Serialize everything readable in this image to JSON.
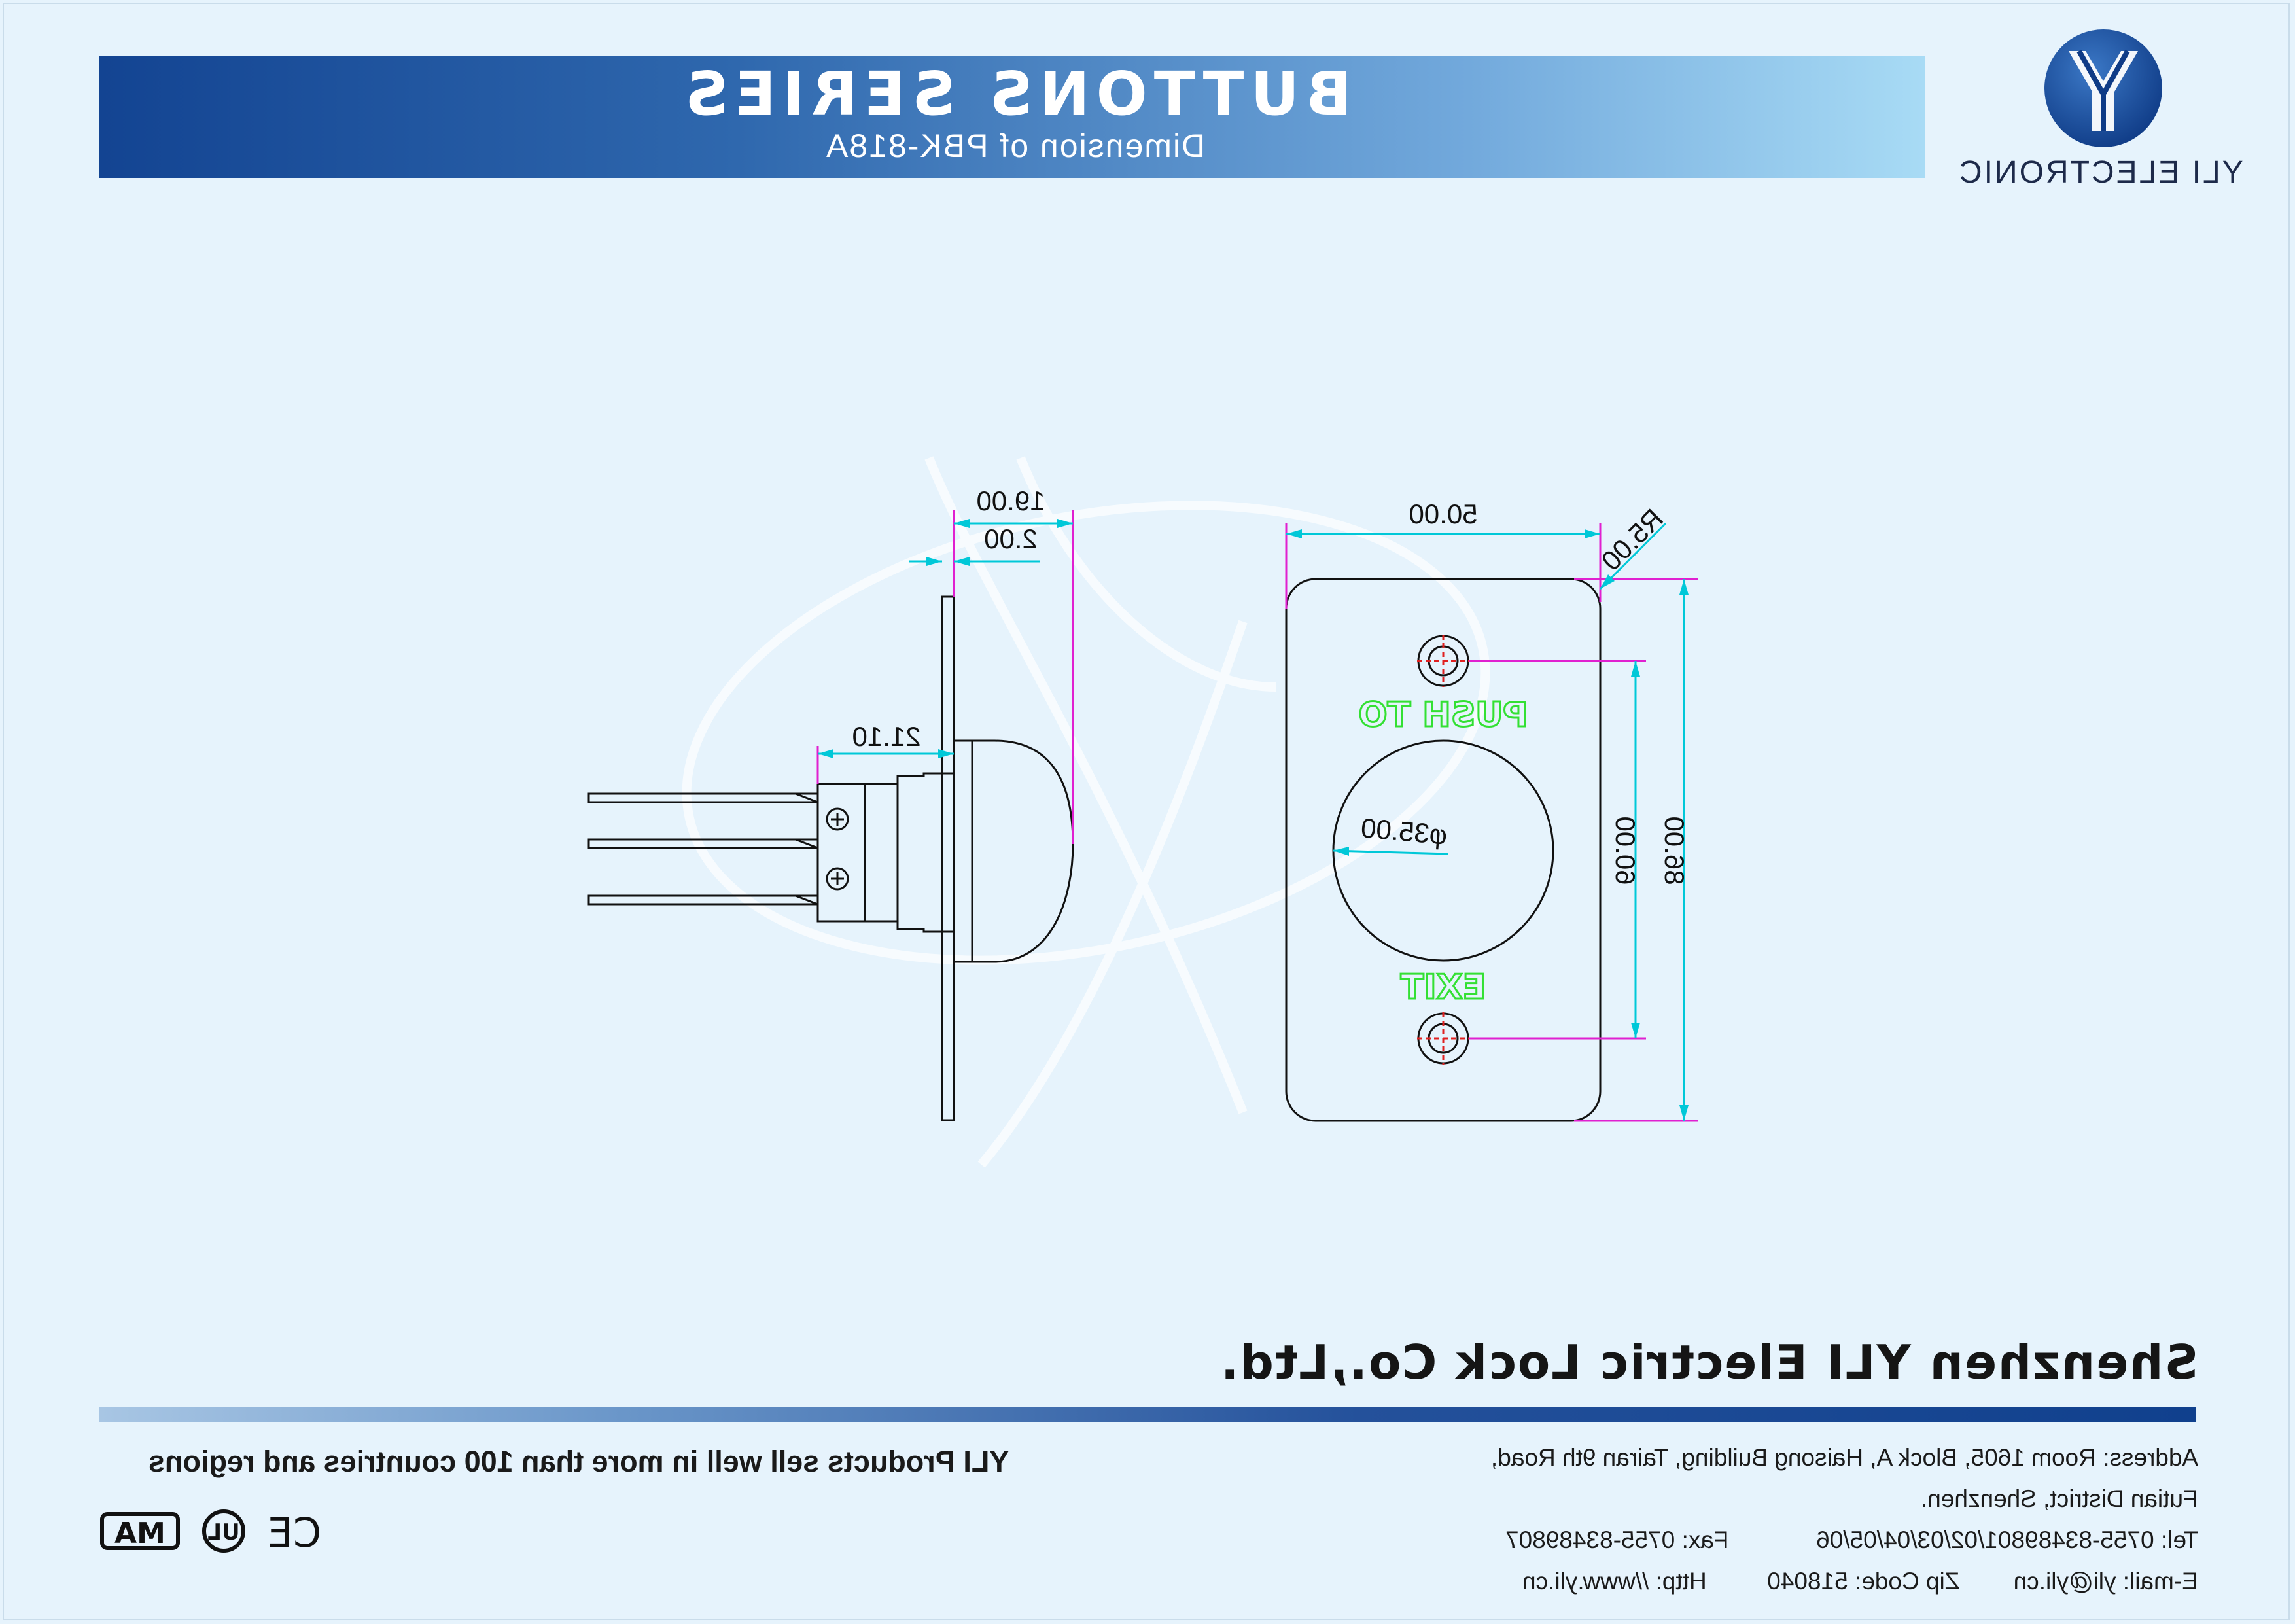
{
  "header": {
    "title": "BUTTONS SERIES",
    "subtitle": "Dimension of PBK-818A"
  },
  "logo": {
    "mark": "Y",
    "brand": "YLI ELECTRONIC"
  },
  "drawing": {
    "side_view": {
      "dim_total_depth": "19.00",
      "dim_plate_thickness": "2.00",
      "dim_body_length": "21.10"
    },
    "front_view": {
      "dim_width": "50.00",
      "dim_corner_radius": "R5.00",
      "dim_button_diameter": "φ35.00",
      "dim_hole_spacing": "60.00",
      "dim_height": "86.00",
      "legend_top": "PUSH TO",
      "legend_bottom": "EXIT"
    }
  },
  "footer": {
    "company": "Shenzhen YLI Electric Lock Co.,Ltd.",
    "slogan": "YLI Products sell well in more than 100 countries and regions",
    "address_lines": [
      "Address: Room 1605, Block A, Haisong Building, Tairan 9th Road,",
      "Futian District, Shenzhen."
    ],
    "tel": "Tel: 0755-83489801/02/03/04/05/06",
    "fax": "Fax: 0755-83489807",
    "email": "E-mail: yli@yli.cn",
    "zip": "Zip Code: 518040",
    "http": "Http: //www.yli.cn",
    "certifications": [
      "CE",
      "UL",
      "MA"
    ]
  },
  "colors": {
    "header_dark": "#134492",
    "header_light": "#a8dbf5",
    "dimension_line": "#00c8d8",
    "extension_line": "#e020d0",
    "center_mark": "#e02020",
    "legend_text": "#33e033",
    "outline": "#111111"
  }
}
